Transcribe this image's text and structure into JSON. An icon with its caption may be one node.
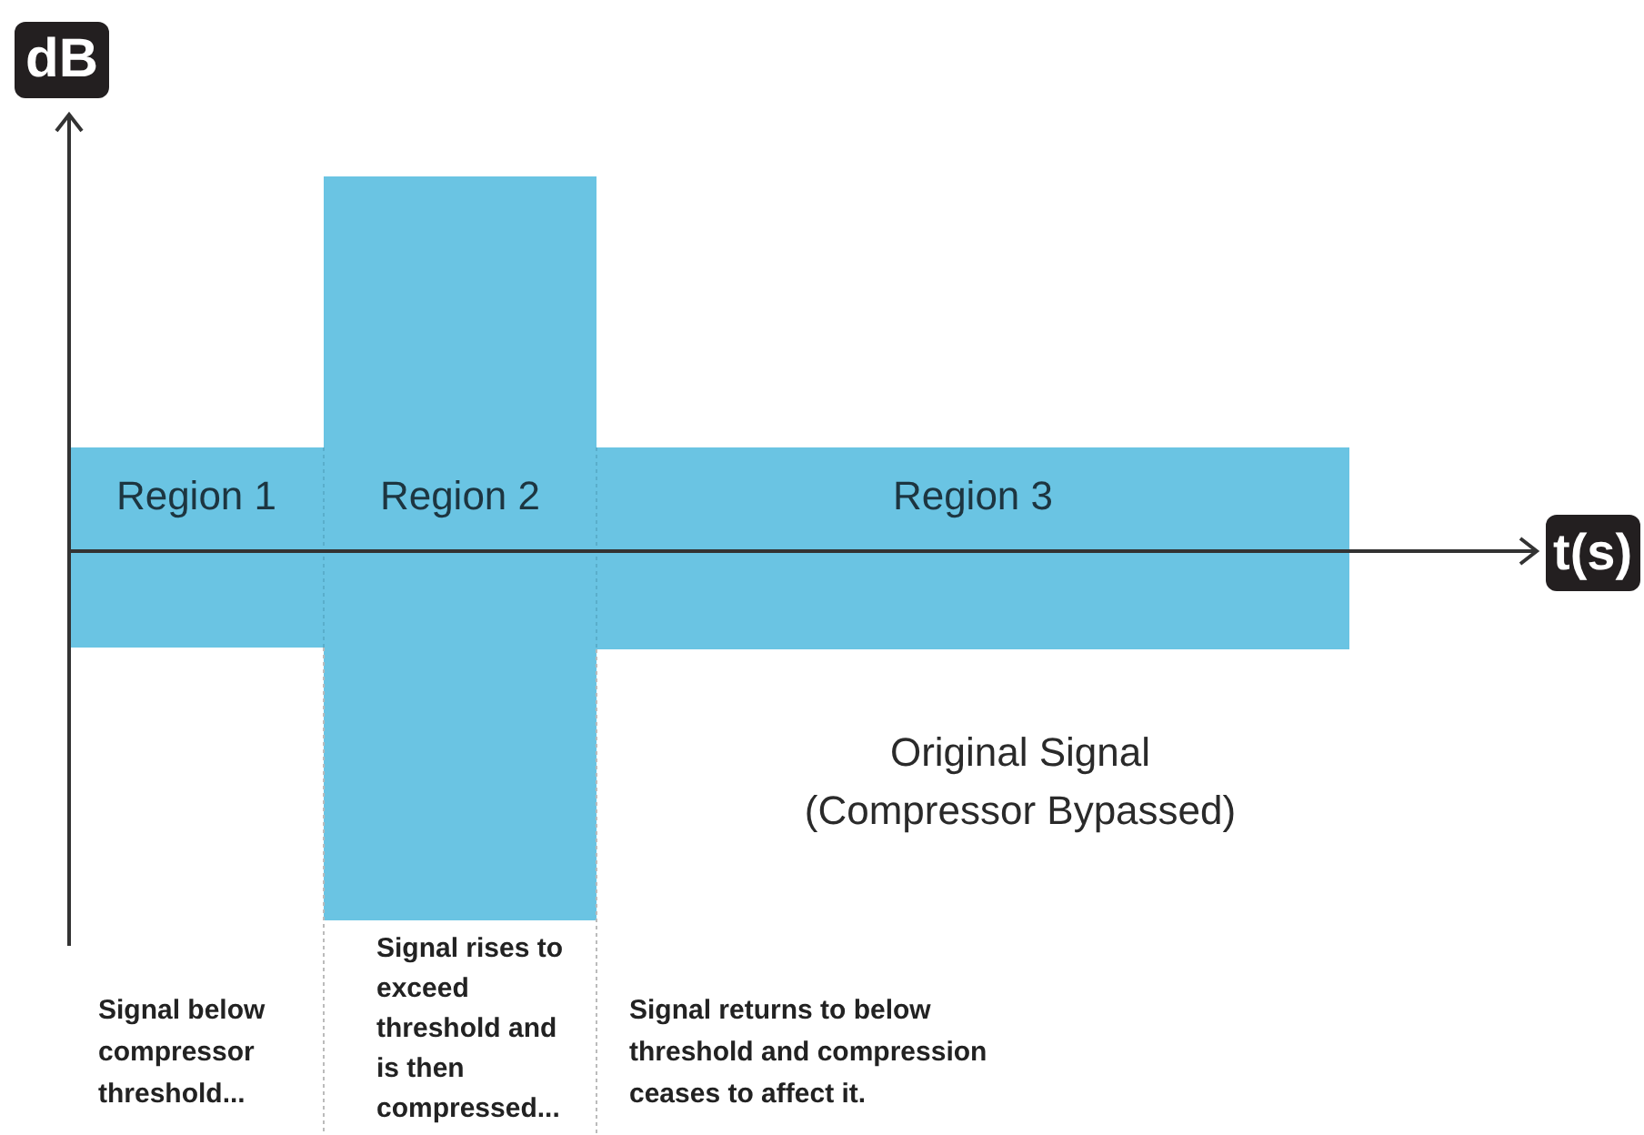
{
  "diagram": {
    "nodes": [
      {
        "text": [
          "Region 1"
        ]
      },
      {
        "text": [
          "Region 2"
        ]
      },
      {
        "text": [
          "Region 3"
        ]
      }
    ],
    "labels": [
      "dB",
      "t(s)",
      "Original Signal (Compressor Bypassed)",
      "Signal below compressor threshold...",
      "Signal rises to exceed threshold and is then compressed...",
      "Signal returns to below threshold and compression ceases to affect it."
    ]
  }
}
